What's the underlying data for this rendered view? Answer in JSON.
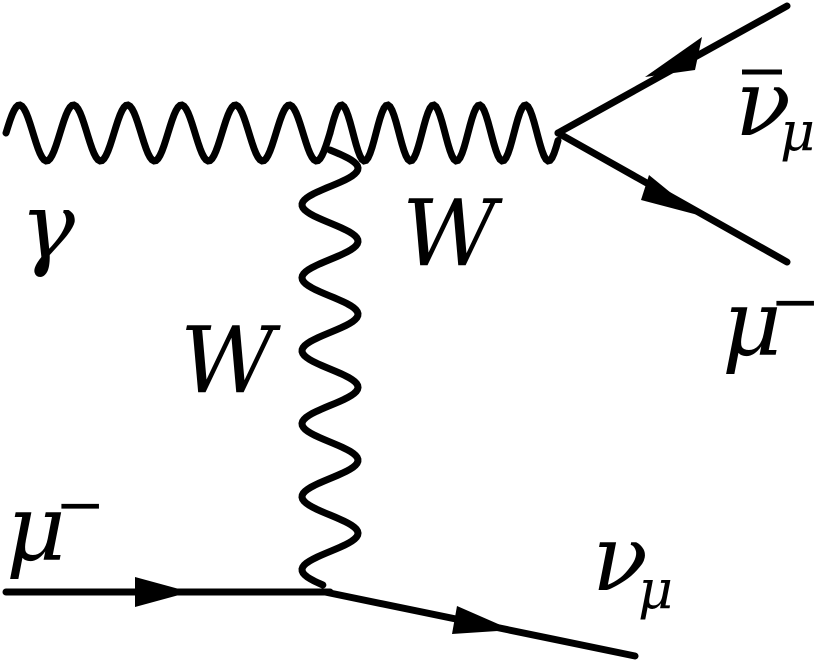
{
  "diagram": {
    "particles": {
      "gamma": {
        "symbol": "γ"
      },
      "w_horizontal": {
        "symbol": "W"
      },
      "w_vertical": {
        "symbol": "W"
      },
      "antineutrino_out": {
        "symbol": "ν",
        "bar": "¯",
        "subscript": "μ"
      },
      "muon_out": {
        "symbol": "μ",
        "superscript": "−"
      },
      "muon_in": {
        "symbol": "μ",
        "superscript": "−"
      },
      "neutrino_out": {
        "symbol": "ν",
        "subscript": "μ"
      }
    },
    "line_color": "#000000"
  }
}
